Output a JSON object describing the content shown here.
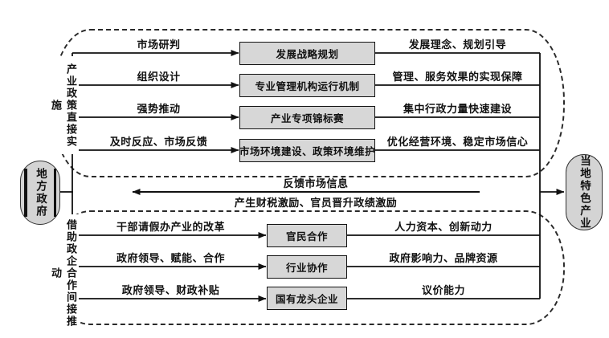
{
  "palette": {
    "background": "#ffffff",
    "line": "#111111",
    "box_fill": "#d7d7d7",
    "node_fill": "#d4d4d4"
  },
  "left_actor": {
    "label": "地方政府"
  },
  "right_actor": {
    "label": "当地特色产业"
  },
  "top_group": {
    "side_label": "产业政策直接实施",
    "rows": [
      {
        "left_label": "市场研判",
        "box": "发展战略规划",
        "right_label": "发展理念、规划引导"
      },
      {
        "left_label": "组织设计",
        "box": "专业管理机构运行机制",
        "right_label": "管理、服务效果的实现保障"
      },
      {
        "left_label": "强势推动",
        "box": "产业专项锦标赛",
        "right_label": "集中行政力量快速建设"
      },
      {
        "left_label": "及时反应、市场反馈",
        "box": "市场环境建设、政策环境维护",
        "right_label": "优化经营环境、稳定市场信心"
      }
    ]
  },
  "feedback": {
    "above_label": "反馈市场信息",
    "below_label": "产生财税激励、官员晋升政绩激励"
  },
  "bottom_group": {
    "side_label": "借助政企合作间接推动",
    "rows": [
      {
        "left_label": "干部请假办产业的改革",
        "box": "官民合作",
        "right_label": "人力资本、创新动力"
      },
      {
        "left_label": "政府领导、赋能、合作",
        "box": "行业协作",
        "right_label": "政府影响力、品牌资源"
      },
      {
        "left_label": "政府领导、财政补贴",
        "box": "国有龙头企业",
        "right_label": "议价能力"
      }
    ]
  }
}
